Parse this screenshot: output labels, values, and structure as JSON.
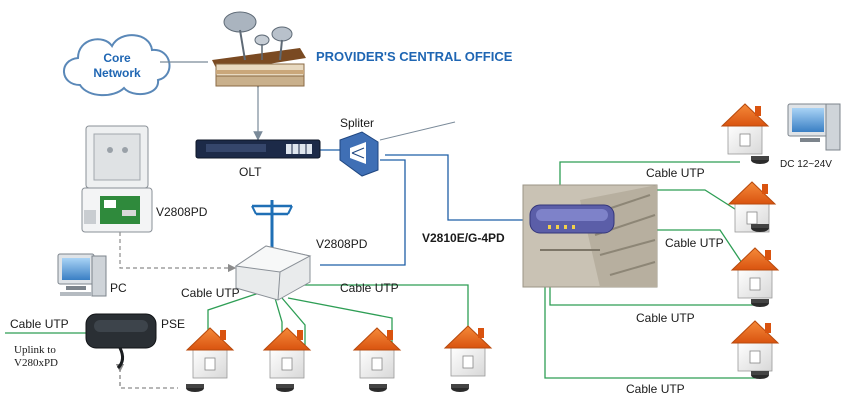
{
  "cloud": {
    "line1": "Core",
    "line2": "Network"
  },
  "provider_title": "PROVIDER'S CENTRAL OFFICE",
  "olt_label": "OLT",
  "splitter_label": "Spliter",
  "cabinet_label": "V2808PD",
  "outdoor_unit_label": "V2808PD",
  "indoor_unit_label": "V2810E/G-4PD",
  "pc_label": "PC",
  "pse_label": "PSE",
  "uplink": {
    "line1": "Uplink to",
    "line2": "V280xPD"
  },
  "dc_label": "DC 12~24V",
  "cable_labels": [
    "Cable UTP",
    "Cable UTP",
    "Cable UTP",
    "Cable UTP",
    "Cable UTP",
    "Cable UTP",
    "Cable UTP"
  ],
  "colors": {
    "cable_green": "#2e9e55",
    "fiber_blue": "#1f5fa6",
    "title_blue": "#1f66b3",
    "roof_orange": "#e8621a",
    "dashed_gray": "#8c8c8c"
  }
}
